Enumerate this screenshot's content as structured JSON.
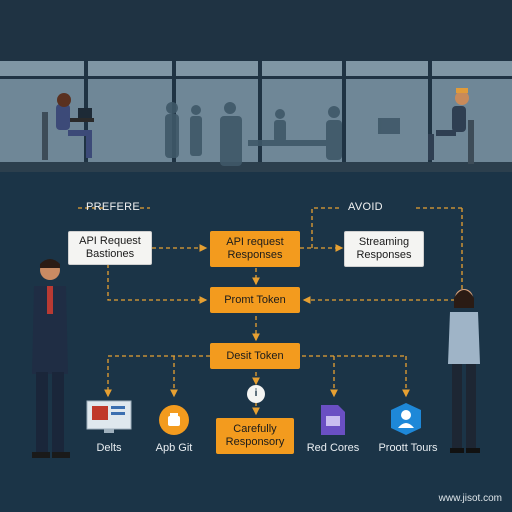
{
  "headers": {
    "left": "PREFERE",
    "right": "AVOID"
  },
  "nodes": {
    "api_batch": "API Request\nBastiones",
    "api_request": "API request\nResponses",
    "streaming": "Streaming\nResponses",
    "prompt_token": "Promt Token",
    "desit_token": "Desit Token",
    "carefully": "Carefully\nResponsory"
  },
  "bottom_items": {
    "delts": "Delts",
    "app_git": "Apb Git",
    "info": "i",
    "red_cores": "Red Cores",
    "profit_tours": "Proott Tours"
  },
  "watermark": "www.jisot.com",
  "colors": {
    "background": "#1b3447",
    "accent": "#f39b1e",
    "arrow": "#e7a032"
  }
}
